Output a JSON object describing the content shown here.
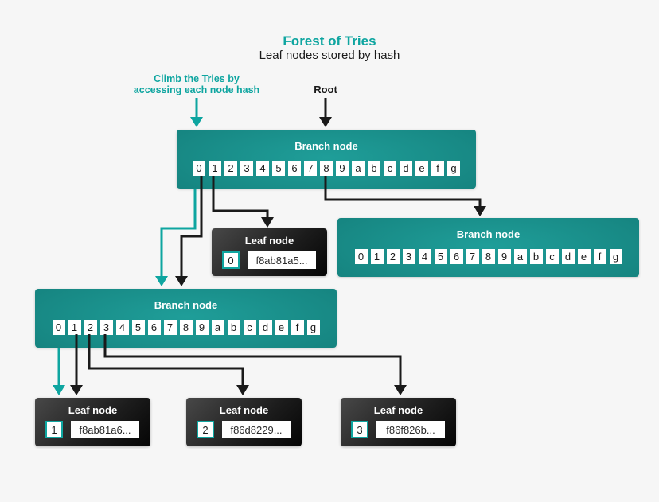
{
  "colors": {
    "teal": "#0ea5a0",
    "teal-grad-light": "#1f9e99",
    "teal-grad-mid": "#15827e",
    "teal-grad-dark": "#0d6562",
    "ink": "#1a1a1a",
    "bg": "#f6f6f6",
    "leaf-grad-light": "#484848",
    "leaf-grad-dark": "#050505",
    "cell-bg": "#ffffff"
  },
  "header": {
    "title": "Forest of Tries",
    "subtitle": "Leaf nodes stored by hash"
  },
  "annotations": {
    "climb_line1": "Climb the Tries by",
    "climb_line2": "accessing each node hash",
    "root_label": "Root"
  },
  "hex_digits": [
    "0",
    "1",
    "2",
    "3",
    "4",
    "5",
    "6",
    "7",
    "8",
    "9",
    "a",
    "b",
    "c",
    "d",
    "e",
    "f",
    "g"
  ],
  "nodes": {
    "branch_top": {
      "title": "Branch node"
    },
    "branch_right": {
      "title": "Branch node"
    },
    "branch_lower": {
      "title": "Branch node"
    },
    "leaf_hash0": {
      "title": "Leaf node",
      "index": "0",
      "hash": "f8ab81a5..."
    },
    "leaf_hash1": {
      "title": "Leaf node",
      "index": "1",
      "hash": "f8ab81a6..."
    },
    "leaf_hash2": {
      "title": "Leaf node",
      "index": "2",
      "hash": "f86d8229..."
    },
    "leaf_hash3": {
      "title": "Leaf node",
      "index": "3",
      "hash": "f86f826b..."
    }
  }
}
